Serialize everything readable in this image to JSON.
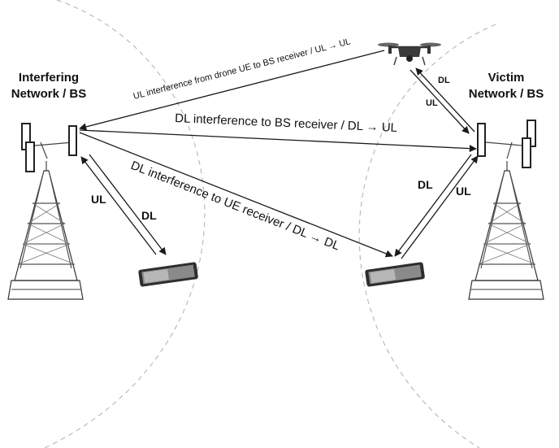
{
  "left_network": {
    "title_line1": "Interfering",
    "title_line2": "Network / BS"
  },
  "right_network": {
    "title_line1": "Victim",
    "title_line2": "Network / BS"
  },
  "links": {
    "drone_ul_interference": "UL interference from drone UE to BS receiver / UL → UL",
    "dl_to_bs": "DL interference to BS receiver / DL → UL",
    "dl_to_ue": "DL interference to UE receiver / DL → DL",
    "left_ul": "UL",
    "left_dl": "DL",
    "right_dl": "DL",
    "right_ul": "UL",
    "drone_dl": "DL",
    "drone_ul": "UL"
  },
  "icons": {
    "left_tower": "cell-tower-icon",
    "right_tower": "cell-tower-icon",
    "drone": "drone-icon",
    "left_phone": "smartphone-icon",
    "right_phone": "smartphone-icon"
  },
  "colors": {
    "line": "#1a1a1a",
    "coverage_boundary": "#bbbbbb",
    "tower": "#444444"
  }
}
